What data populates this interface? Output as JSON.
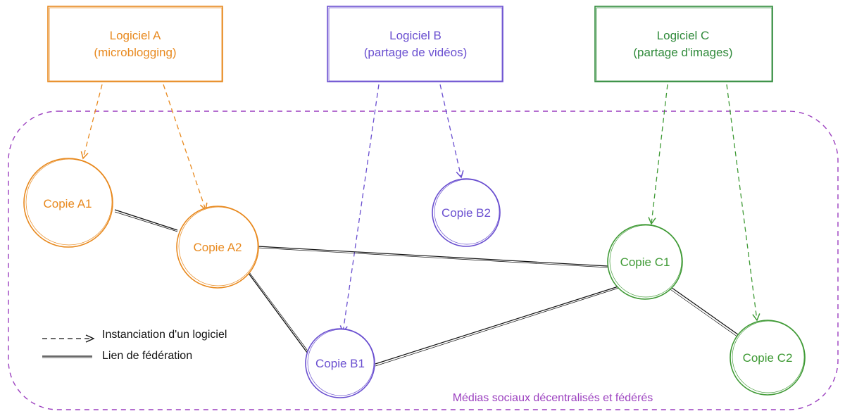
{
  "colors": {
    "orange": "#e8891e",
    "violet": "#6a4fd0",
    "green": "#3f9a35",
    "dark_green": "#2f8a3a",
    "purple_border": "#9b3fbf",
    "black": "#111111"
  },
  "software": {
    "a": {
      "name": "Logiciel A",
      "desc": "(microblogging)"
    },
    "b": {
      "name": "Logiciel B",
      "desc": "(partage de vidéos)"
    },
    "c": {
      "name": "Logiciel C",
      "desc": "(partage d'images)"
    }
  },
  "copies": {
    "a1": "Copie A1",
    "a2": "Copie A2",
    "b1": "Copie B1",
    "b2": "Copie B2",
    "c1": "Copie C1",
    "c2": "Copie C2"
  },
  "legend": {
    "instantiation": "Instanciation d'un logiciel",
    "federation": "Lien de fédération"
  },
  "region_label": "Médias sociaux décentralisés et fédérés"
}
